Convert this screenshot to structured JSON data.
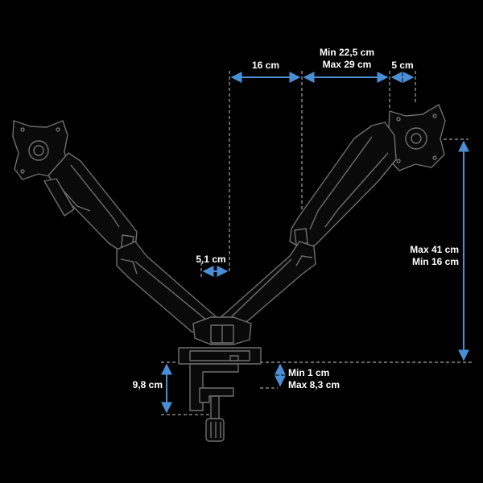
{
  "colors": {
    "background": "#000000",
    "dimension_blue": "#4a8fd6",
    "dashed_line": "#c8c8c8",
    "arm_body": "#0a0a0a",
    "arm_outline": "#6f6f6f",
    "label_text": "#ffffff"
  },
  "dimensions": {
    "top_offset": "16 cm",
    "top_span_min": "Min 22,5 cm",
    "top_span_max": "Max 29 cm",
    "vesa_offset": "5 cm",
    "height_max": "Max 41 cm",
    "height_min": "Min 16 cm",
    "center_gap": "5,1 cm",
    "clamp_height": "9,8 cm",
    "desk_min": "Min 1 cm",
    "desk_max": "Max 8,3 cm"
  },
  "icons": {
    "left_vesa_plate": "vesa-plate-icon",
    "right_vesa_plate": "vesa-plate-icon",
    "clamp_knob": "knob-icon"
  }
}
